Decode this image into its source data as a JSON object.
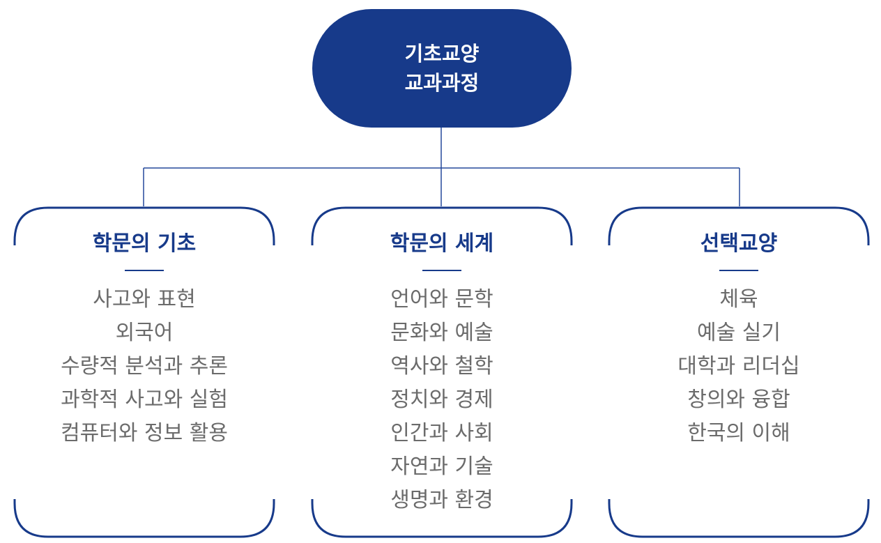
{
  "root": {
    "lines": [
      "기초교양",
      "교과과정"
    ]
  },
  "branches": [
    {
      "title": "학문의 기초",
      "items": [
        "사고와 표현",
        "외국어",
        "수량적 분석과 추론",
        "과학적 사고와 실험",
        "컴퓨터와 정보 활용"
      ]
    },
    {
      "title": "학문의 세계",
      "items": [
        "언어와 문학",
        "문화와 예술",
        "역사와 철학",
        "정치와 경제",
        "인간과 사회",
        "자연과 기술",
        "생명과 환경"
      ]
    },
    {
      "title": "선택교양",
      "items": [
        "체육",
        "예술 실기",
        "대학과 리더십",
        "창의와 융합",
        "한국의 이해"
      ]
    }
  ],
  "colors": {
    "primary": "#173a8a",
    "text_gray": "#6b6b6b",
    "connector": "#24499a"
  }
}
